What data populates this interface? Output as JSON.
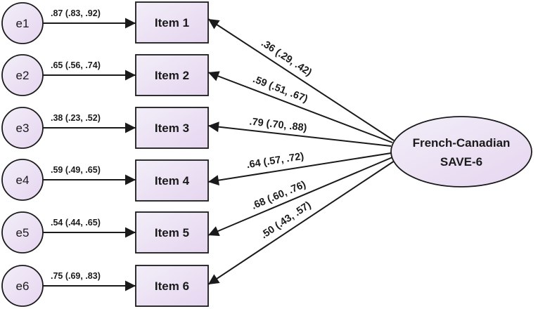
{
  "colors": {
    "node_fill_light": "#f2eef8",
    "node_fill_dark": "#e6d6f0",
    "stroke": "#1a1a1a"
  },
  "factor": {
    "line1": "French-Canadian",
    "line2": "SAVE-6"
  },
  "errors": [
    "e1",
    "e2",
    "e3",
    "e4",
    "e5",
    "e6"
  ],
  "items": [
    "Item 1",
    "Item 2",
    "Item 3",
    "Item 4",
    "Item 5",
    "Item 6"
  ],
  "error_paths": [
    ".87 (.83, .92)",
    ".65 (.56, .74)",
    ".38 (.23, .52)",
    ".59 (.49, .65)",
    ".54 (.44, .65)",
    ".75 (.69, .83)"
  ],
  "loadings": [
    ".36 (.29, .42)",
    ".59 (.51, .67)",
    ".79 (.70, .88)",
    ".64 (.57, .72)",
    ".68 (.60, .76)",
    ".50 (.43, .57)"
  ]
}
